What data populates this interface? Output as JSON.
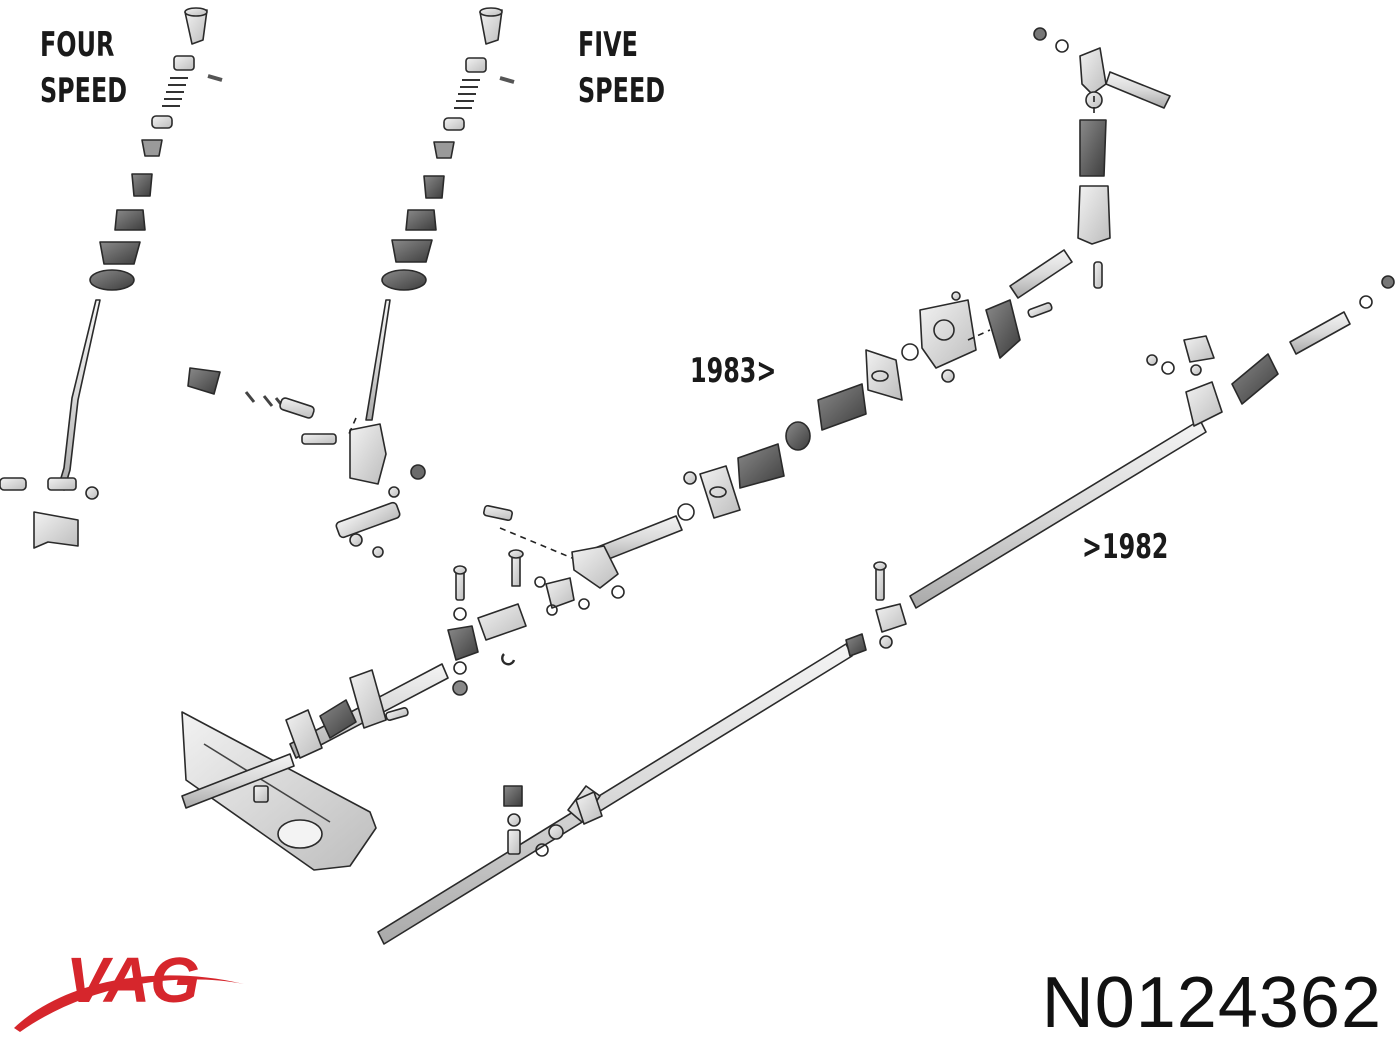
{
  "labels": {
    "four_speed_line1": "FOUR",
    "four_speed_line2": "SPEED",
    "five_speed_line1": "FIVE",
    "five_speed_line2": "SPEED",
    "from_1983": "1983>",
    "until_1982": ">1982"
  },
  "brand": {
    "logo_text": "VAG",
    "logo_color": "#d6262c"
  },
  "part_number": "N0124362",
  "colors": {
    "part_fill": "#e6e6e6",
    "part_dark": "#6b6b6b",
    "outline": "#2a2a2a"
  }
}
